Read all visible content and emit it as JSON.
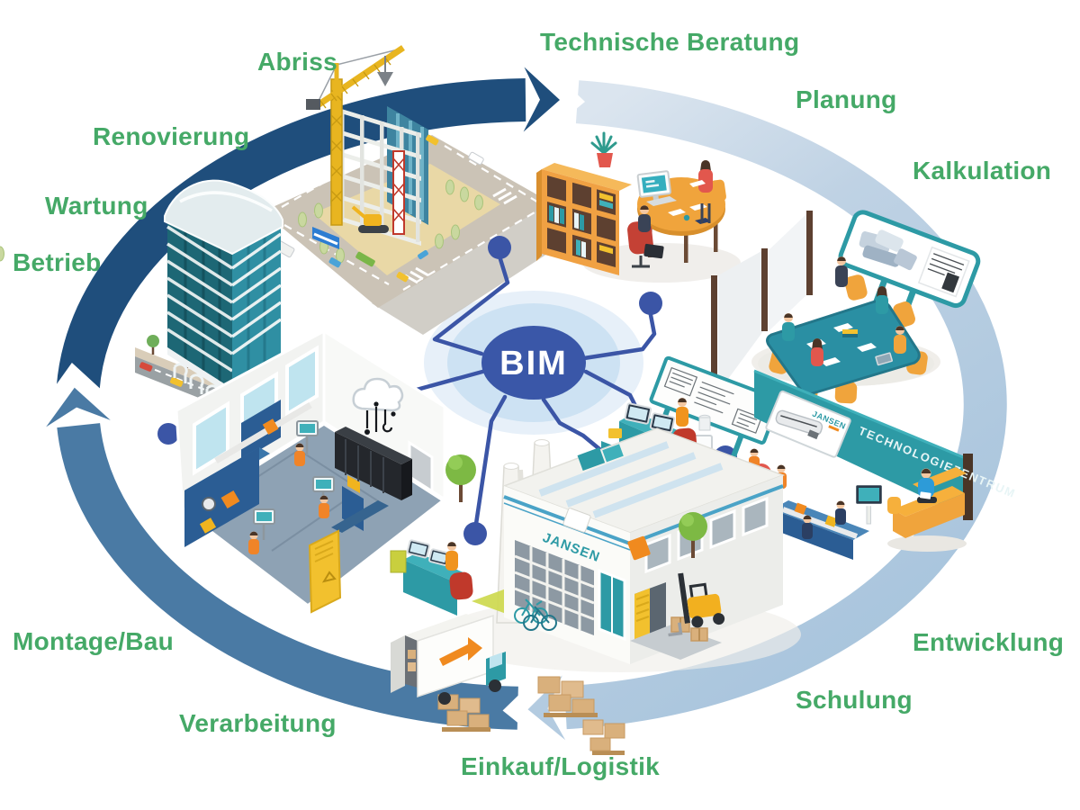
{
  "diagram": {
    "center_label": "BIM",
    "stages": [
      {
        "id": "technische-beratung",
        "label": "Technische Beratung"
      },
      {
        "id": "planung",
        "label": "Planung"
      },
      {
        "id": "kalkulation",
        "label": "Kalkulation"
      },
      {
        "id": "entwicklung",
        "label": "Entwicklung"
      },
      {
        "id": "schulung",
        "label": "Schulung"
      },
      {
        "id": "einkauf-logistik",
        "label": "Einkauf/Logistik"
      },
      {
        "id": "verarbeitung",
        "label": "Verarbeitung"
      },
      {
        "id": "montage-bau",
        "label": "Montage/Bau"
      },
      {
        "id": "betrieb",
        "label": "Betrieb"
      },
      {
        "id": "wartung",
        "label": "Wartung"
      },
      {
        "id": "renovierung",
        "label": "Renovierung"
      },
      {
        "id": "abriss",
        "label": "Abriss"
      }
    ],
    "building_texts": {
      "factory_logo": "JANSEN",
      "tech_center_logo": "JANSEN",
      "tech_center_wall": "TECHNOLOGIEZENTRUM"
    },
    "colors": {
      "label_green": "#45a967",
      "arc_dark_blue": "#1f4e7c",
      "arc_light_blue": "#b3cbe0",
      "arc_steel_blue": "#4a7aa4",
      "network_blue": "#3b55a6",
      "bim_fill": "#3a57a8",
      "teal_accent": "#2d9aa5"
    }
  }
}
